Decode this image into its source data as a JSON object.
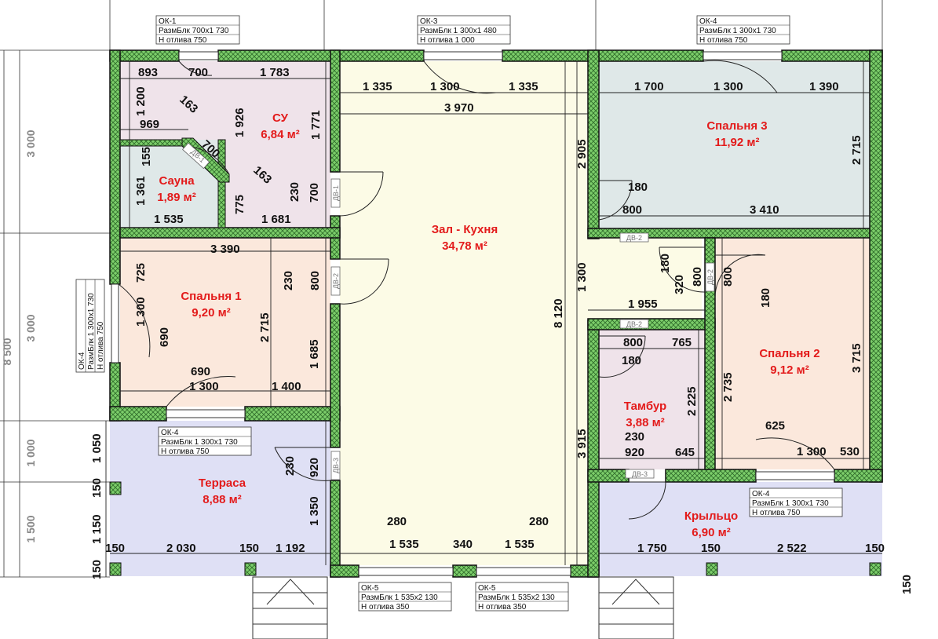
{
  "rooms": {
    "su": {
      "name": "СУ",
      "area": "6,84 м²"
    },
    "sauna": {
      "name": "Сауна",
      "area": "1,89 м²"
    },
    "zal": {
      "name": "Зал - Кухня",
      "area": "34,78 м²"
    },
    "bedroom3": {
      "name": "Спальня 3",
      "area": "11,92 м²"
    },
    "bedroom1": {
      "name": "Спальня 1",
      "area": "9,20 м²"
    },
    "bedroom2": {
      "name": "Спальня 2",
      "area": "9,12 м²"
    },
    "tambur": {
      "name": "Тамбур",
      "area": "3,88 м²"
    },
    "terrace": {
      "name": "Терраса",
      "area": "8,88 м²"
    },
    "porch": {
      "name": "Крыльцо",
      "area": "6,90 м²"
    }
  },
  "windows": {
    "ok1": {
      "name": "ОК-1",
      "size": "РазмБлк  700х1 730",
      "sill": "Н отлива  750"
    },
    "ok3": {
      "name": "ОК-3",
      "size": "РазмБлк  1 300х1 480",
      "sill": "Н отлива  1 000"
    },
    "ok4_top": {
      "name": "ОК-4",
      "size": "РазмБлк  1 300х1 730",
      "sill": "Н отлива  750"
    },
    "ok4_left": {
      "name": "ОК-4",
      "size": "РазмБлк  1 300х1 730",
      "sill": "Н отлива  750"
    },
    "ok4_terrace": {
      "name": "ОК-4",
      "size": "РазмБлк  1 300х1 730",
      "sill": "Н отлива  750"
    },
    "ok4_right": {
      "name": "ОК-4",
      "size": "РазмБлк  1 300х1 730",
      "sill": "Н отлива  750"
    },
    "ok5_a": {
      "name": "ОК-5",
      "size": "РазмБлк  1 535х2 130",
      "sill": "Н отлива  350"
    },
    "ok5_b": {
      "name": "ОК-5",
      "size": "РазмБлк  1 535х2 130",
      "sill": "Н отлива  350"
    }
  },
  "doors": {
    "dv1_su": "ДВ-1",
    "dv1_sauna": "ДВ-1",
    "dv2_b1": "ДВ-2",
    "dv2_b3": "ДВ-2",
    "dv2_b2": "ДВ-2",
    "dv2_tambur": "ДВ-2",
    "dv3_terrace": "ДВ-3",
    "dv3_porch": "ДВ-3"
  },
  "overall_dims": {
    "left_3000_top": "3 000",
    "left_3000_mid": "3 000",
    "left_8500": "8 500",
    "left_1000": "1 000",
    "left_1500": "1 500"
  },
  "dims": {
    "su_893": "893",
    "su_700": "700",
    "su_1783": "1 783",
    "su_1200": "1 200",
    "su_163a": "163",
    "su_1926": "1 926",
    "su_1771": "1 771",
    "su_969": "969",
    "su_700d": "700",
    "su_163b": "163",
    "su_230": "230",
    "su_700v": "700",
    "su_775": "775",
    "su_1681": "1 681",
    "sa_155": "155",
    "sa_1361": "1 361",
    "sa_1535": "1 535",
    "zal_1335a": "1 335",
    "zal_1300": "1 300",
    "zal_1335b": "1 335",
    "zal_3970": "3 970",
    "zal_2905": "2 905",
    "zal_1300v": "1 300",
    "zal_8120": "8 120",
    "zal_3915": "3 915",
    "zal_280a": "280",
    "zal_280b": "280",
    "zal_1535a": "1 535",
    "zal_340": "340",
    "zal_1535b": "1 535",
    "b3_1700": "1 700",
    "b3_1300": "1 300",
    "b3_1390": "1 390",
    "b3_2715": "2 715",
    "b3_180": "180",
    "b3_800": "800",
    "b3_3410": "3 410",
    "b1_3390": "3 390",
    "b1_725": "725",
    "b1_230": "230",
    "b1_800": "800",
    "b1_1300": "1 300",
    "b1_690v": "690",
    "b1_2715": "2 715",
    "b1_1685": "1 685",
    "b1_690h": "690",
    "b1_1300h": "1 300",
    "b1_1400": "1 400",
    "hall_180": "180",
    "hall_320": "320",
    "hall_800a": "800",
    "hall_800b": "800",
    "hall_180b": "180",
    "hall_1955": "1 955",
    "t_800": "800",
    "t_765": "765",
    "t_180": "180",
    "t_2225": "2 225",
    "t_230": "230",
    "t_920": "920",
    "t_645": "645",
    "b2_3715": "3 715",
    "b2_2735": "2 735",
    "b2_625": "625",
    "b2_1300": "1 300",
    "b2_530": "530",
    "te_1050": "1 050",
    "te_150a": "150",
    "te_1150": "1 150",
    "te_150b": "150",
    "te_230": "230",
    "te_920": "920",
    "te_1350": "1 350",
    "bot_150a": "150",
    "bot_2030": "2 030",
    "bot_150b": "150",
    "bot_1192": "1 192",
    "bot_1750": "1 750",
    "bot_150c": "150",
    "bot_2522": "2 522",
    "bot_150d": "150",
    "right_150": "150"
  }
}
